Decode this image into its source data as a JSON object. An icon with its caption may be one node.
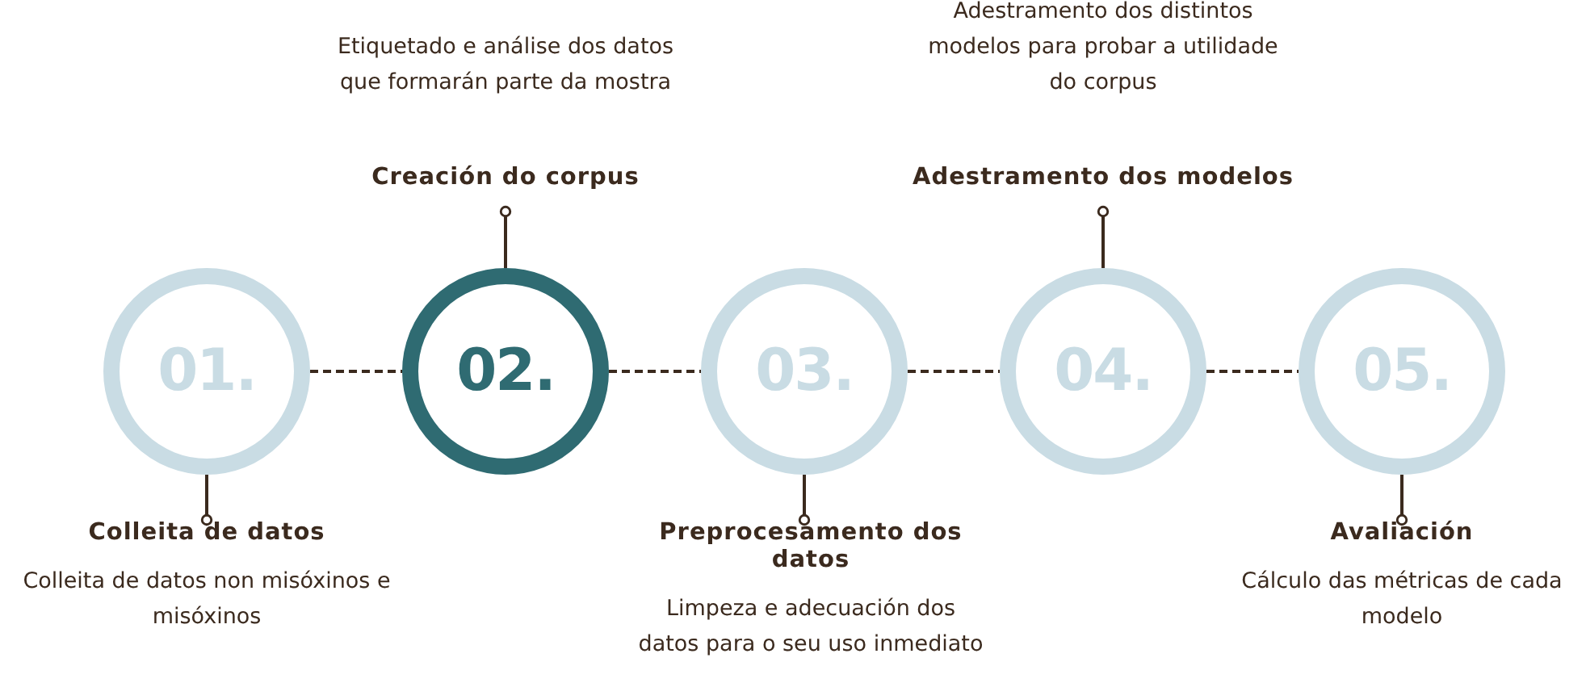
{
  "diagram": {
    "nodes": [
      {
        "text": [
          "01."
        ]
      },
      {
        "text": [
          "02."
        ]
      },
      {
        "text": [
          "03."
        ]
      },
      {
        "text": [
          "04."
        ]
      },
      {
        "text": [
          "05."
        ]
      },
      {
        "text": [
          "Colleita de datos",
          "Colleita de datos non misóxinos e misóxinos"
        ]
      },
      {
        "text": [
          "Etiquetado e análise dos datos que formarán parte da mostra",
          "Creación do corpus"
        ]
      },
      {
        "text": [
          "Preprocesamento dos datos",
          "Limpeza e adecuación dos datos para o seu uso inmediato"
        ]
      },
      {
        "text": [
          "Adestramento dos distintos modelos para probar a utilidade do corpus",
          "Adestramento dos modelos"
        ]
      },
      {
        "text": [
          "Avaliación",
          "Cálculo das métricas de cada modelo"
        ]
      }
    ],
    "edges": [
      {
        "from": 0,
        "to": 1,
        "arrow": "none",
        "style": "dashed"
      },
      {
        "from": 1,
        "to": 2,
        "arrow": "none",
        "style": "dashed"
      },
      {
        "from": 2,
        "to": 3,
        "arrow": "none",
        "style": "dashed"
      },
      {
        "from": 3,
        "to": 4,
        "arrow": "none",
        "style": "dashed"
      },
      {
        "from": 5,
        "to": 0,
        "arrow": "other"
      },
      {
        "from": 6,
        "to": 1,
        "arrow": "other"
      },
      {
        "from": 7,
        "to": 2,
        "arrow": "other"
      },
      {
        "from": 8,
        "to": 3,
        "arrow": "other"
      },
      {
        "from": 9,
        "to": 4,
        "arrow": "other"
      }
    ]
  }
}
